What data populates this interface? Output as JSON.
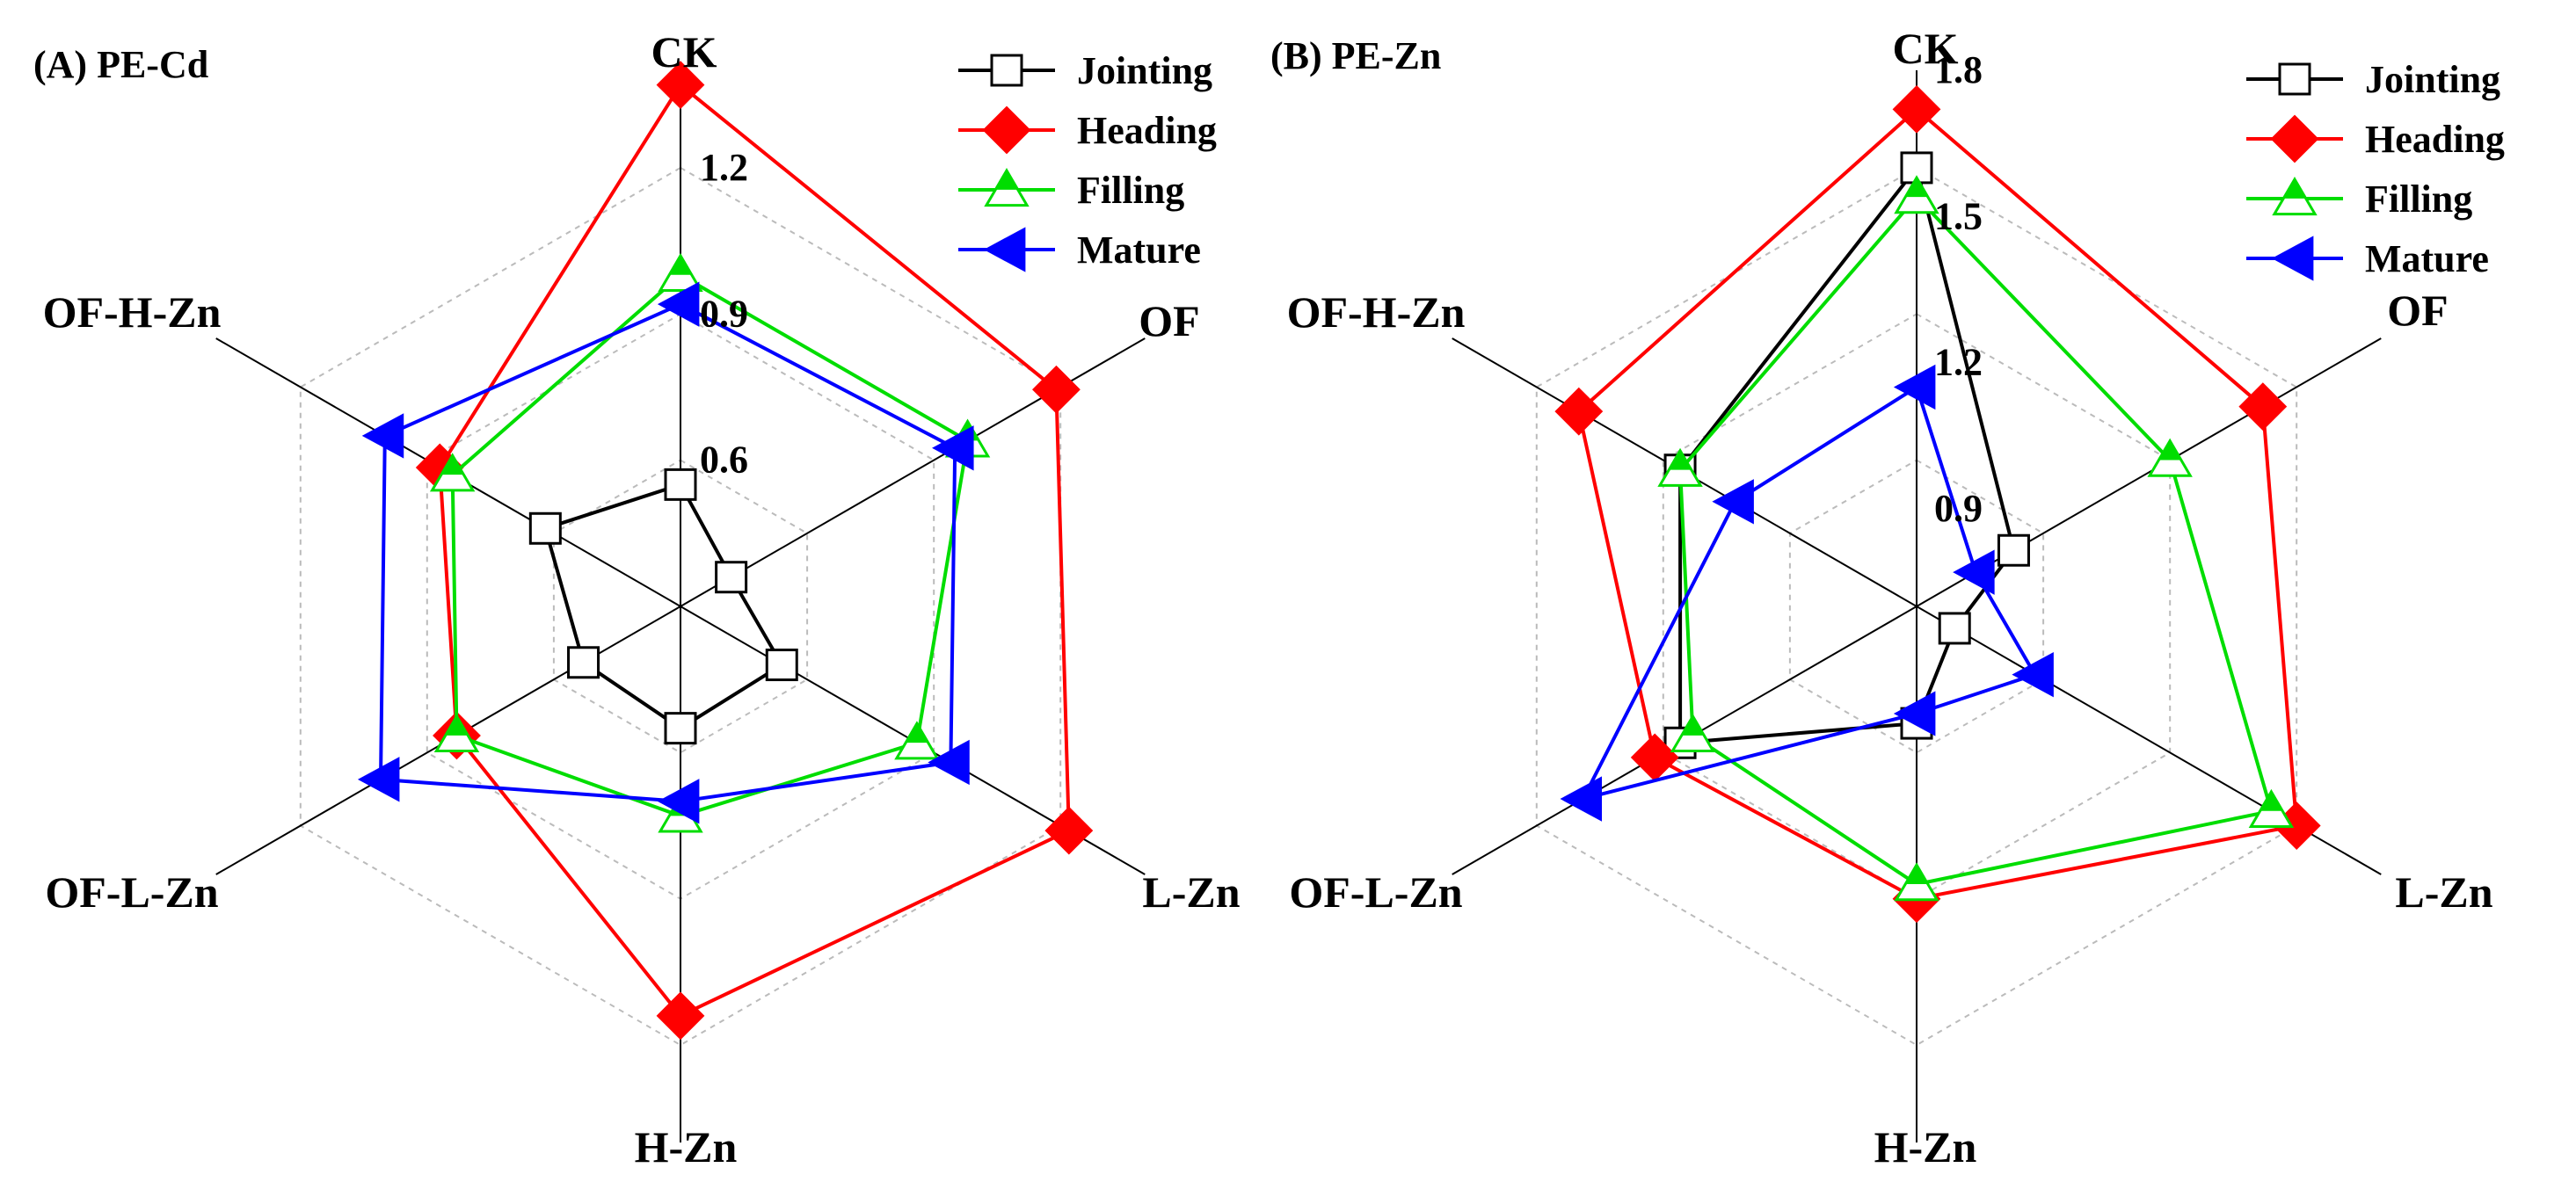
{
  "colors": {
    "Jointing": "#000000",
    "Heading": "#ff0000",
    "Filling": "#00dd00",
    "Mature": "#0000ff"
  },
  "chart_data": [
    {
      "type": "radar",
      "panel_label": "(A) PE-Cd",
      "axes": [
        "CK",
        "OF",
        "L-Zn",
        "H-Zn",
        "OF-L-Zn",
        "OF-H-Zn"
      ],
      "rlim": [
        0.3,
        1.4
      ],
      "ticks": [
        "0.6",
        "0.9",
        "1.2"
      ],
      "tick_values": [
        0.6,
        0.9,
        1.2
      ],
      "grid": "dashed hexagons",
      "legend_position": "top-right",
      "series": [
        {
          "name": "Jointing",
          "marker": "square-open",
          "values": [
            0.55,
            0.42,
            0.54,
            0.55,
            0.53,
            0.62
          ]
        },
        {
          "name": "Heading",
          "marker": "diamond",
          "values": [
            1.37,
            1.19,
            1.22,
            1.14,
            0.83,
            0.87
          ]
        },
        {
          "name": "Filling",
          "marker": "triangle-up",
          "values": [
            0.98,
            0.98,
            0.86,
            0.73,
            0.83,
            0.84
          ]
        },
        {
          "name": "Mature",
          "marker": "triangle-left",
          "values": [
            0.92,
            0.95,
            0.94,
            0.7,
            1.01,
            1.0
          ]
        }
      ]
    },
    {
      "type": "radar",
      "panel_label": "(B) PE-Zn",
      "axes": [
        "CK",
        "OF",
        "L-Zn",
        "H-Zn",
        "OF-L-Zn",
        "OF-H-Zn"
      ],
      "rlim": [
        0.7,
        1.8
      ],
      "ticks": [
        "0.9",
        "1.2",
        "1.5",
        "1.8"
      ],
      "tick_values": [
        0.9,
        1.2,
        1.5,
        1.8
      ],
      "grid": "dashed hexagons",
      "legend_position": "top-right",
      "series": [
        {
          "name": "Jointing",
          "marker": "square-open",
          "values": [
            1.6,
            0.93,
            0.79,
            0.94,
            1.26,
            1.26
          ]
        },
        {
          "name": "Heading",
          "marker": "diamond",
          "values": [
            1.72,
            1.52,
            1.6,
            1.3,
            1.32,
            1.5
          ]
        },
        {
          "name": "Filling",
          "marker": "triangle-up",
          "values": [
            1.54,
            1.3,
            1.54,
            1.27,
            1.23,
            1.26
          ]
        },
        {
          "name": "Mature",
          "marker": "triangle-left",
          "values": [
            1.15,
            0.84,
            0.98,
            0.92,
            1.49,
            1.13
          ]
        }
      ]
    }
  ]
}
